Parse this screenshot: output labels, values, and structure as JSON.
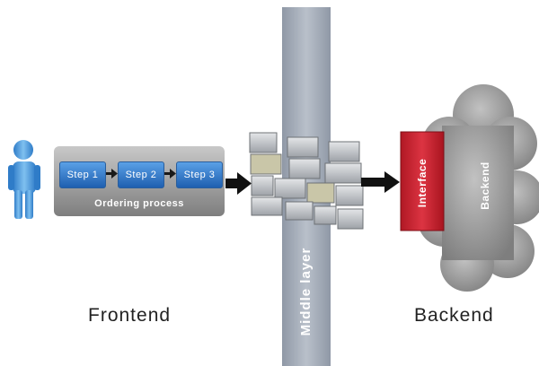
{
  "diagram": {
    "steps": [
      "Step 1",
      "Step 2",
      "Step 3"
    ],
    "process_label": "Ordering process",
    "middle_layer_label": "Middle layer",
    "interface_label": "Interface",
    "backend_cloud_label": "Backend",
    "frontend_caption": "Frontend",
    "backend_caption": "Backend"
  },
  "colors": {
    "step_blue": "#2f73c9",
    "process_panel": "#8c8c8c",
    "middle_layer": "#a9b1bd",
    "interface_red": "#c8202c",
    "cloud_gray": "#9a9a9a",
    "user_blue": "#3d8fd8"
  },
  "icons": [
    "user-icon",
    "firewall-icon",
    "arrow-right-icon",
    "cloud-icon"
  ]
}
